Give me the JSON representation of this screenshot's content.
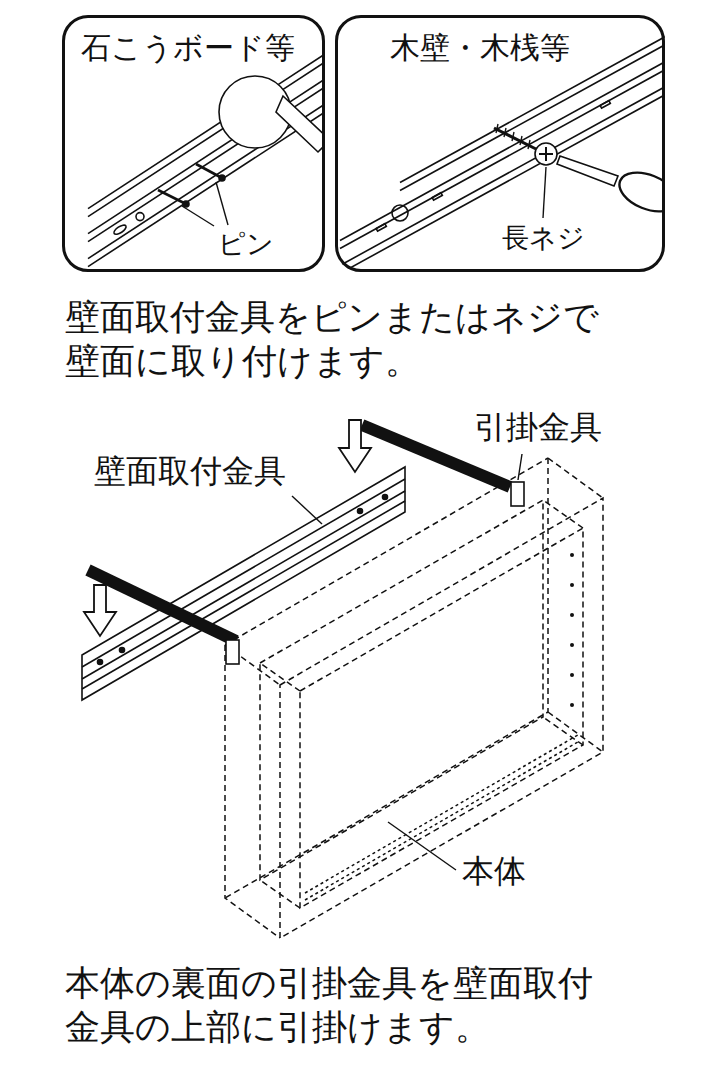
{
  "diagram": {
    "nodes": [
      {
        "text": [
          "石こうボード等",
          "ピン"
        ]
      },
      {
        "text": [
          "木壁・木桟等",
          "長ネジ"
        ]
      }
    ],
    "labels": [
      "壁面取付金具をピンまたはネジで壁面に取り付けます。",
      "引掛金具",
      "壁面取付金具",
      "本体",
      "本体の裏面の引掛金具を壁面取付金具の上部に引掛けます。"
    ]
  }
}
